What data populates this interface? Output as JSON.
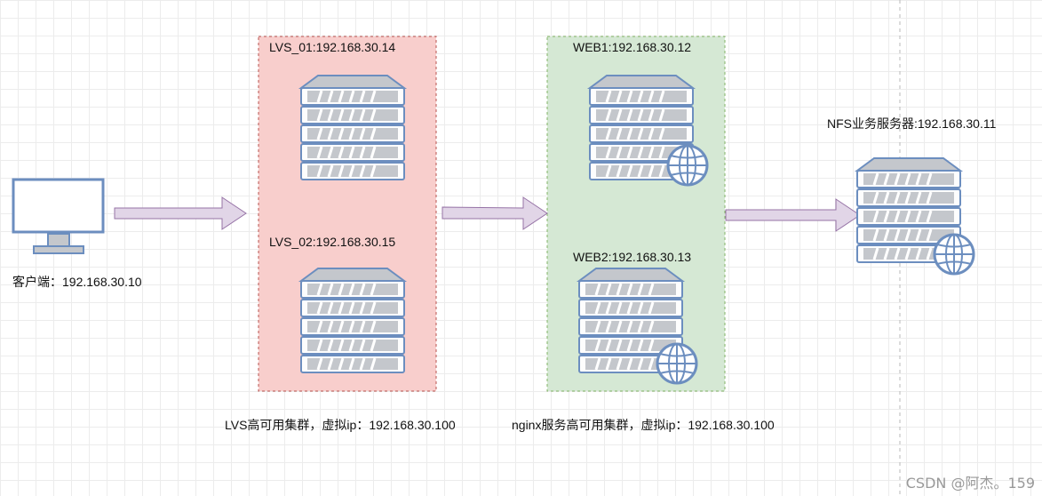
{
  "client": {
    "label": "客户端：192.168.30.10",
    "icon": "monitor-icon"
  },
  "lvs_cluster": {
    "caption": "LVS高可用集群，虚拟ip：192.168.30.100",
    "fill": "#f8cecc",
    "border": "#b85450",
    "servers": [
      {
        "label": "LVS_01:192.168.30.14",
        "icon": "server-icon"
      },
      {
        "label": "LVS_02:192.168.30.15",
        "icon": "server-icon"
      }
    ]
  },
  "web_cluster": {
    "caption": "nginx服务高可用集群，虚拟ip：192.168.30.100",
    "fill": "#d5e8d4",
    "border": "#82b366",
    "servers": [
      {
        "label": "WEB1:192.168.30.12",
        "icon": "web-server-icon"
      },
      {
        "label": "WEB2:192.168.30.13",
        "icon": "web-server-icon"
      }
    ]
  },
  "nfs": {
    "label": "NFS业务服务器:192.168.30.11",
    "icon": "web-server-icon"
  },
  "arrow_fill": "#e1d5e7",
  "arrow_stroke": "#9673a6",
  "watermark": "CSDN @阿杰。159"
}
